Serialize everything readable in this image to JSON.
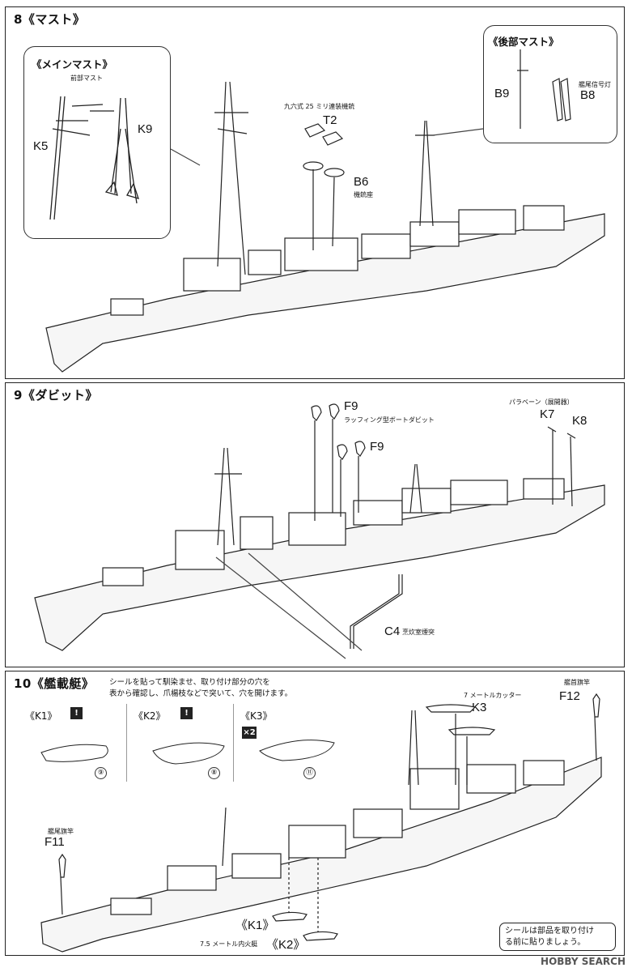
{
  "step8": {
    "title": "8《マスト》",
    "main_mast_title": "《メインマスト》",
    "fore_mast_label": "前部マスト",
    "rear_mast_title": "《後部マスト》",
    "stern_light_label": "艦尾信号灯",
    "gun_label": "九六式 25 ミリ連装機銃",
    "gun_mount_label": "機銃座",
    "parts": {
      "k5": "K5",
      "k9": "K9",
      "t2": "T2",
      "b6": "B6",
      "b9": "B9",
      "b8": "B8"
    }
  },
  "step9": {
    "title": "9《ダビット》",
    "paravane_label": "パラベーン（展開器）",
    "davit_label": "ラッフィング型ボートダビット",
    "galley_label": "烹炊室煙突",
    "parts": {
      "f9a": "F9",
      "f9b": "F9",
      "k7": "K7",
      "k8": "K8",
      "c4": "C4"
    }
  },
  "step10": {
    "title": "10《艦載艇》",
    "intro_line1": "シールを貼って馴染ませ、取り付け部分の穴を",
    "intro_line2": "表から確認し、爪楊枝などで突いて、穴を開けます。",
    "cards": [
      {
        "label": "《K1》",
        "icon": "!",
        "sticker": "⑨"
      },
      {
        "label": "《K2》",
        "icon": "!",
        "sticker": "⑧"
      },
      {
        "label": "《K3》",
        "icon": "×2",
        "sticker": "⑪"
      }
    ],
    "cutter_label": "7 メートルカッター",
    "bow_flag_label": "艦首旗竿",
    "stern_flag_label": "艦尾旗竿",
    "boat_label": "7.5 メートル内火艇",
    "parts": {
      "k3": "K3",
      "f12": "F12",
      "f11": "F11",
      "k1": "《K1》",
      "k2": "《K2》"
    },
    "note_line1": "シールは部品を取り付け",
    "note_line2": "る前に貼りましょう。"
  },
  "watermark": "HOBBY SEARCH"
}
